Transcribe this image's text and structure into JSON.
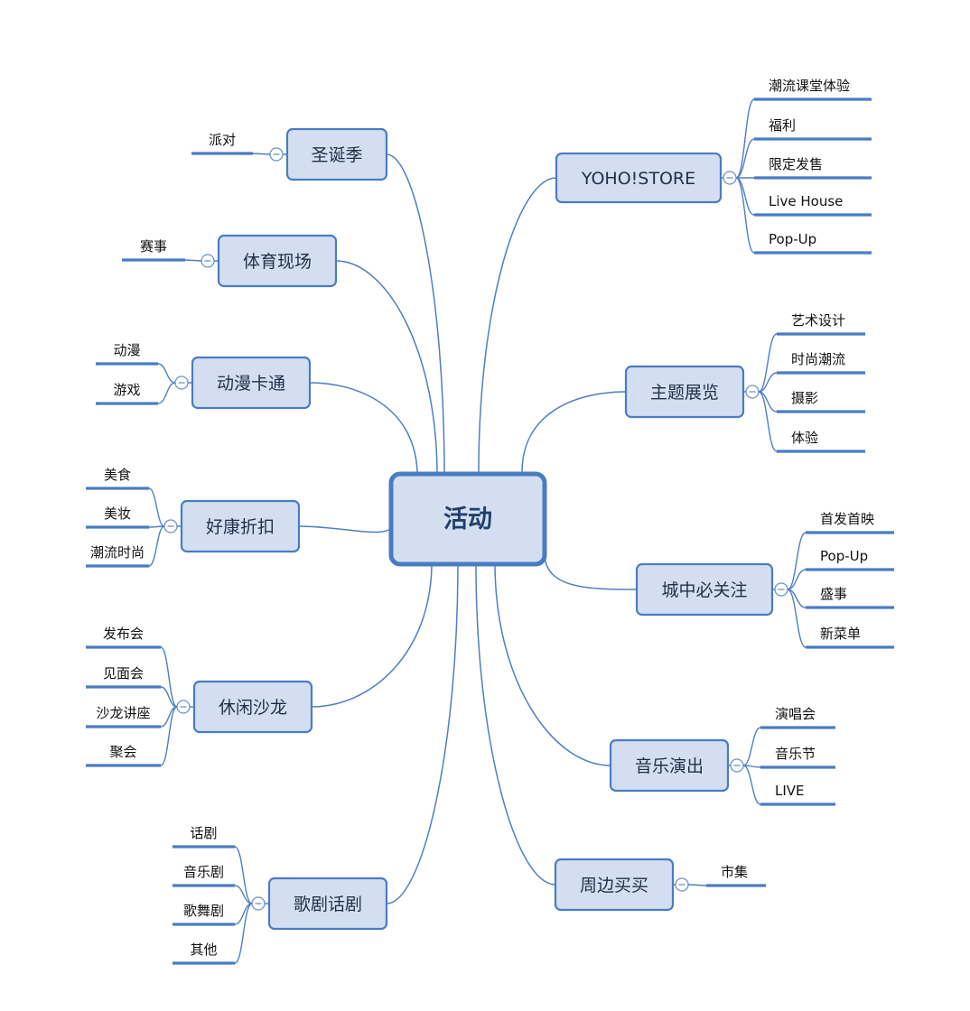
{
  "root": {
    "label": "活动"
  },
  "branches": [
    {
      "id": "christmas",
      "label": "圣诞季",
      "children": [
        "派对"
      ]
    },
    {
      "id": "sports",
      "label": "体育现场",
      "children": [
        "赛事"
      ]
    },
    {
      "id": "anime",
      "label": "动漫卡通",
      "children": [
        "动漫",
        "游戏"
      ]
    },
    {
      "id": "deals",
      "label": "好康折扣",
      "children": [
        "美食",
        "美妆",
        "潮流时尚"
      ]
    },
    {
      "id": "salon",
      "label": "休闲沙龙",
      "children": [
        "发布会",
        "见面会",
        "沙龙讲座",
        "聚会"
      ]
    },
    {
      "id": "opera",
      "label": "歌剧话剧",
      "children": [
        "话剧",
        "音乐剧",
        "歌舞剧",
        "其他"
      ]
    },
    {
      "id": "yoho",
      "label": "YOHO!STORE",
      "children": [
        "潮流课堂体验",
        "福利",
        "限定发售",
        "Live House",
        "Pop-Up"
      ]
    },
    {
      "id": "exhibition",
      "label": "主题展览",
      "children": [
        "艺术设计",
        "时尚潮流",
        "摄影",
        "体验"
      ]
    },
    {
      "id": "city",
      "label": "城中必关注",
      "children": [
        "首发首映",
        "Pop-Up",
        "盛事",
        "新菜单"
      ]
    },
    {
      "id": "music",
      "label": "音乐演出",
      "children": [
        "演唱会",
        "音乐节",
        "LIVE"
      ]
    },
    {
      "id": "shopping",
      "label": "周边买买",
      "children": [
        "市集"
      ]
    }
  ],
  "colors": {
    "node_fill": "#d3dff0",
    "node_border": "#4a7cc4",
    "connector": "#4f7fc0",
    "underline": "#4a7cc4",
    "collapse_icon": "#6f93c6"
  }
}
